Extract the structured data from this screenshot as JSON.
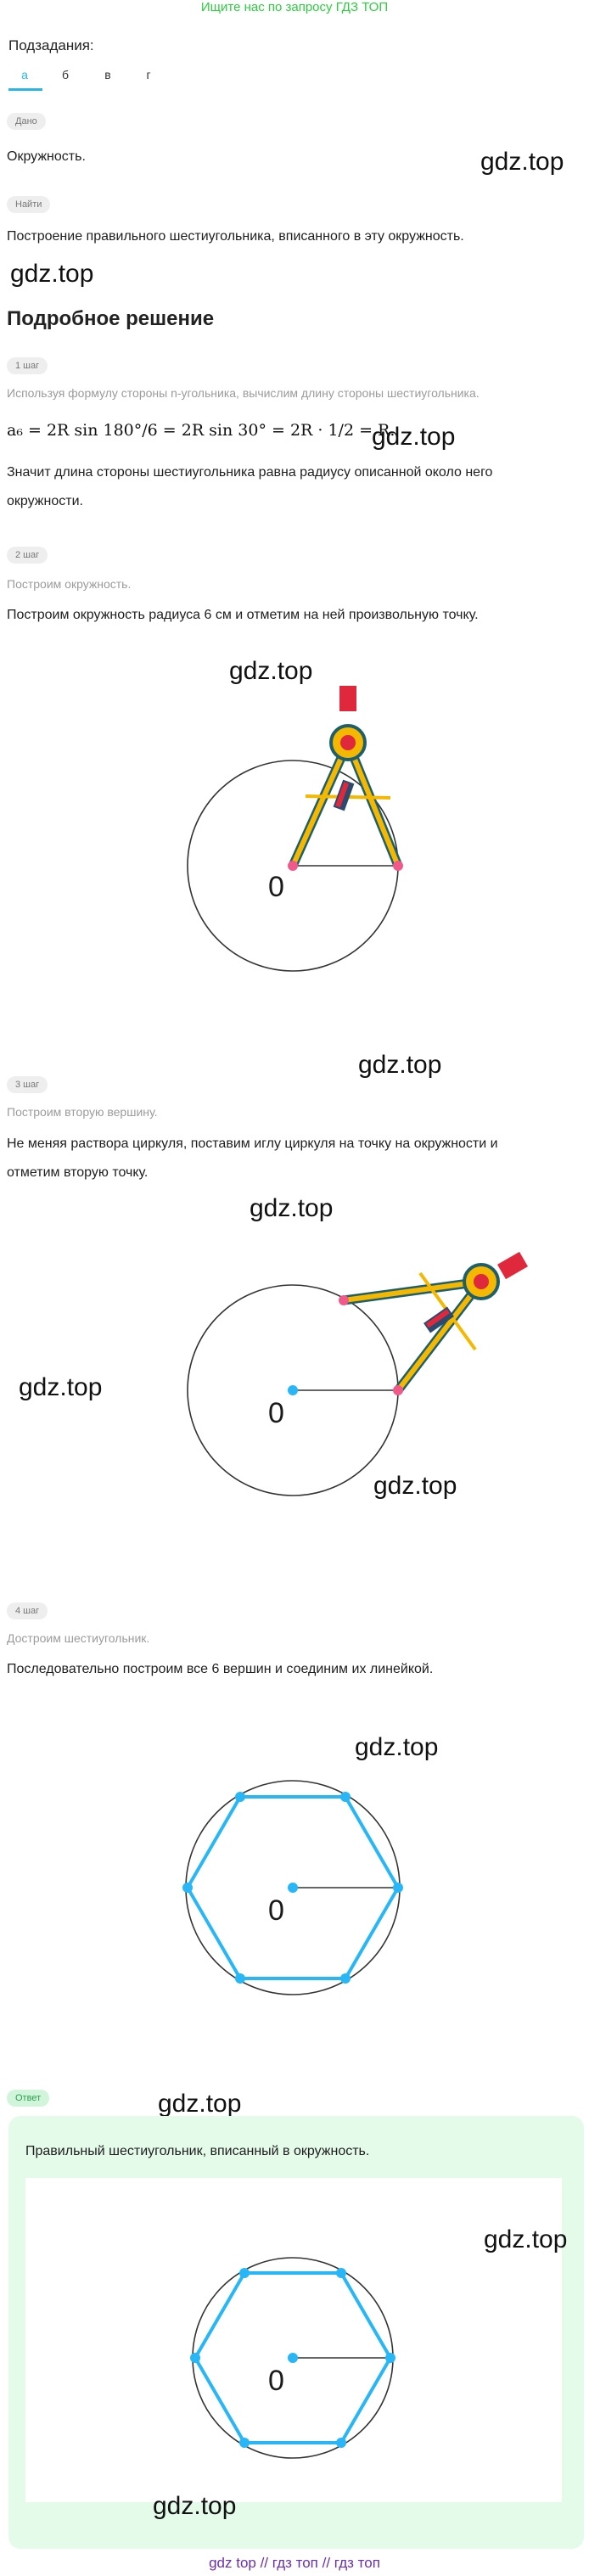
{
  "header": {
    "top_link": "Ищите нас по запросу ГДЗ ТОП"
  },
  "subtasks": {
    "label": "Подзадания:",
    "tabs": [
      "а",
      "б",
      "в",
      "г"
    ],
    "active": "а"
  },
  "given": {
    "badge": "Дано",
    "text": "Окружность."
  },
  "find": {
    "badge": "Найти",
    "text": "Построение правильного шестиугольника, вписанного в эту окружность."
  },
  "watermark": "gdz.top",
  "solution": {
    "title": "Подробное решение",
    "steps": [
      {
        "badge": "1 шаг",
        "hint": "Используя формулу стороны n-угольника, вычислим длину стороны шестиугольника.",
        "formula": "a₆ = 2R sin 180°/6 = 2R sin 30° = 2R · 1/2 = R.",
        "text_line1": "Значит длина стороны шестиугольника равна радиусу описанной около него",
        "text_line2": "окружности."
      },
      {
        "badge": "2 шаг",
        "hint": "Построим окружность.",
        "text": "Построим окружность радиуса 6 см и отметим на ней произвольную точку.",
        "center_label": "0"
      },
      {
        "badge": "3 шаг",
        "hint": "Построим вторую вершину.",
        "text_line1": "Не меняя раствора циркуля, поставим иглу циркуля на точку на окружности и",
        "text_line2": "отметим вторую точку.",
        "center_label": "0"
      },
      {
        "badge": "4 шаг",
        "hint": "Достроим шестиугольник.",
        "text": "Последовательно построим все 6 вершин и соединим их линейкой.",
        "center_label": "0"
      }
    ]
  },
  "answer": {
    "badge": "Ответ",
    "text": "Правильный шестиугольник, вписанный в окружность.",
    "center_label": "0"
  },
  "footer": {
    "text": "gdz top  //  гдз топ  //  гдз топ"
  },
  "colors": {
    "accent": "#2bb5e6",
    "green": "#2ecc40",
    "compass_yellow": "#f5b800",
    "compass_teal": "#1f5f6a",
    "compass_red": "#e0283c",
    "hexagon_blue": "#29b6f6",
    "answer_bg": "#e4fbea"
  }
}
